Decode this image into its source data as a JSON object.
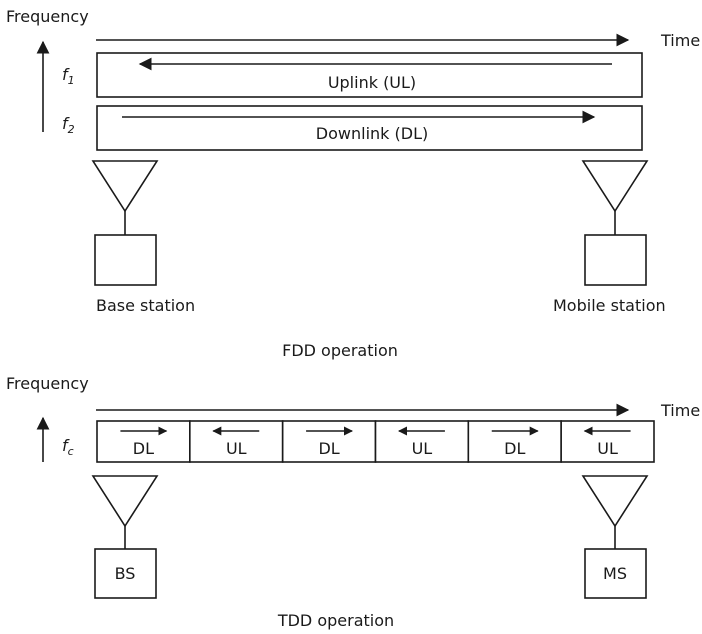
{
  "fdd": {
    "freq_axis_label": "Frequency",
    "time_axis_label": "Time",
    "f1_base": "f",
    "f1_sub": "1",
    "f2_base": "f",
    "f2_sub": "2",
    "uplink_label": "Uplink (UL)",
    "downlink_label": "Downlink (DL)",
    "base_station_label": "Base station",
    "mobile_station_label": "Mobile station",
    "caption": "FDD operation"
  },
  "tdd": {
    "freq_axis_label": "Frequency",
    "time_axis_label": "Time",
    "fc_base": "f",
    "fc_sub": "c",
    "slots": [
      {
        "label": "DL",
        "direction": "right"
      },
      {
        "label": "UL",
        "direction": "left"
      },
      {
        "label": "DL",
        "direction": "right"
      },
      {
        "label": "UL",
        "direction": "left"
      },
      {
        "label": "DL",
        "direction": "right"
      },
      {
        "label": "UL",
        "direction": "left"
      }
    ],
    "bs_label": "BS",
    "ms_label": "MS",
    "caption": "TDD operation"
  }
}
